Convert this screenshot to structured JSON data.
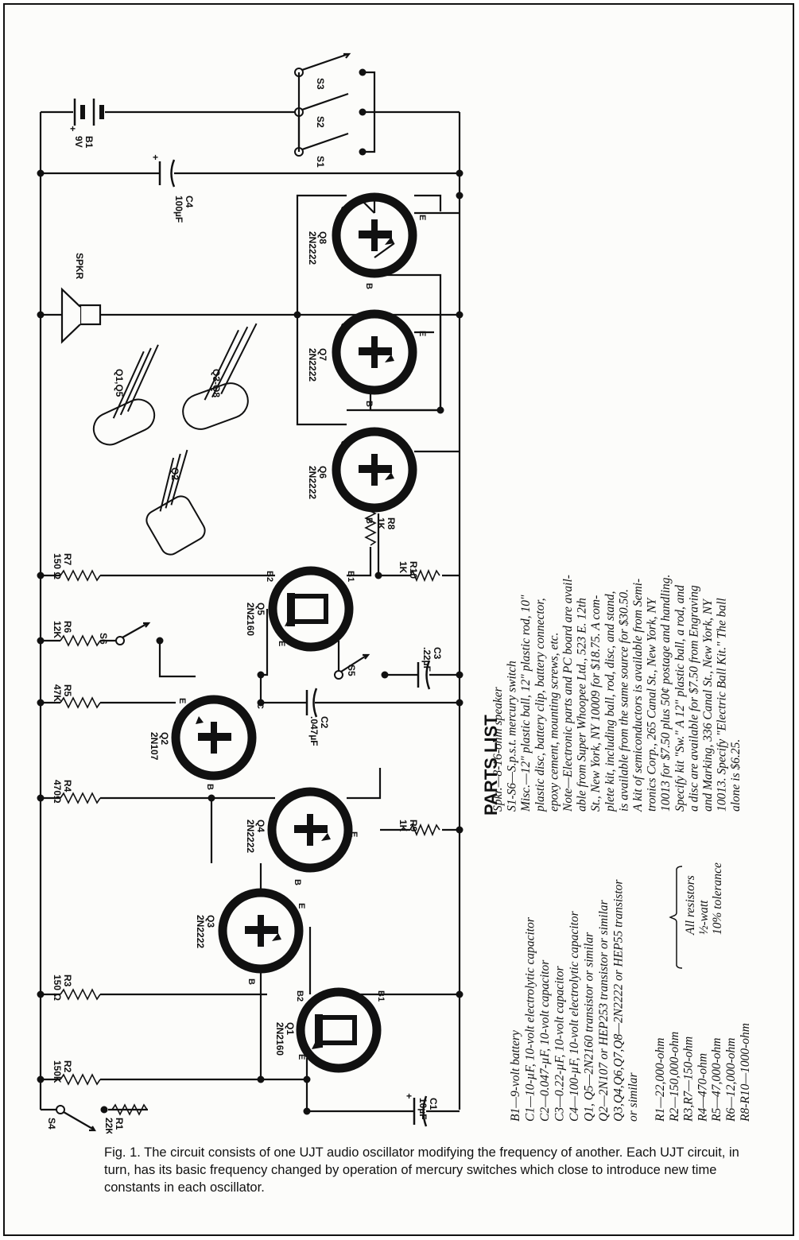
{
  "caption": "Fig. 1. The circuit consists of one UJT audio oscillator modifying the frequency of another. Each UJT circuit, in turn, has its basic frequency changed by operation of mercury switches which close to introduce new time constants in each oscillator.",
  "components": {
    "b1": [
      "B1",
      "9V"
    ],
    "c4": [
      "C4",
      "100µF"
    ],
    "c1": [
      "C1",
      "10µF"
    ],
    "c2": [
      "C2",
      ".047µF"
    ],
    "c3": [
      "C3",
      ".22µF"
    ],
    "spkr": "SPKR",
    "r1": [
      "R1",
      "22K"
    ],
    "r2": [
      "R2",
      "150K"
    ],
    "r3": [
      "R3",
      "150 Ω"
    ],
    "r4": [
      "R4",
      "470Ω"
    ],
    "r5": [
      "R5",
      "47K"
    ],
    "r6": [
      "R6",
      "12K"
    ],
    "r7": [
      "R7",
      "150 Ω"
    ],
    "r8": [
      "R8",
      "1K"
    ],
    "r9": [
      "R9",
      "1K"
    ],
    "r10": [
      "R10",
      "1K"
    ],
    "q1": [
      "Q1",
      "2N2160"
    ],
    "q2": [
      "Q2",
      "2N107"
    ],
    "q3": [
      "Q3",
      "2N2222"
    ],
    "q4": [
      "Q4",
      "2N2222"
    ],
    "q5": [
      "Q5",
      "2N2160"
    ],
    "q6": [
      "Q6",
      "2N2222"
    ],
    "q7": [
      "Q7",
      "2N2222"
    ],
    "q8": [
      "Q8",
      "2N2222"
    ],
    "switches": [
      "S1",
      "S2",
      "S3",
      "S4",
      "S5",
      "S6"
    ],
    "pkg_q1q5": "Q1,Q5",
    "pkg_q3q8": "Q3-Q8",
    "pkg_q2": "Q2"
  },
  "pins": {
    "e": "E",
    "b": "B",
    "c": "C",
    "b1": "B1",
    "b2": "B2"
  },
  "parts_list": {
    "title": "PARTS LIST",
    "items": [
      "B1—9-volt battery",
      "C1—10-µF, 10-volt electrolytic capacitor",
      "C2—0.047-µF, 10-volt capacitor",
      "C3—0.22-µF, 10-volt capacitor",
      "C4—100-µF, 10-volt electrolytic capacitor",
      "Q1, Q5—2N2160 transistor or similar",
      "Q2—2N107 or HEP253 transistor or similar",
      "Q3,Q4,Q6,Q7,Q8—2N2222 or HEP55 transistor",
      "or similar"
    ],
    "resistors": [
      "R1—22,000-ohm",
      "R2—150,000-ohm",
      "R3,R7—150-ohm",
      "R4—470-ohm",
      "R5—47,000-ohm",
      "R6—12,000-ohm",
      "R8-R10—1000-ohm"
    ],
    "resistor_note": [
      "All resistors",
      "½-watt",
      "10% tolerance"
    ],
    "misc": [
      "Spkr.—8-16-ohm speaker",
      "S1-S6—S.p.s.t. mercury switch",
      "Misc.—12\" plastic ball, 12\" plastic rod, 10\"",
      "plastic disc, battery clip, battery connector,",
      "epoxy cement, mounting screws, etc.",
      "Note—Electronic parts and PC board are avail-",
      "able from Super Whoopee Ltd., 523 E. 12th",
      "St., New York, NY 10009 for $18.75. A com-",
      "plete kit, including ball, rod, disc, and stand,",
      "is available from the same source for $30.50.",
      "A kit of semiconductors is available from Semi-",
      "tronics Corp., 265 Canal St., New York, NY",
      "10013 for $7.50 plus 50¢ postage and handling.",
      "Specify kit \"Sw.\" A 12\" plastic ball, a rod, and",
      "a disc are available for $7.50 from Engraving",
      "and Marking, 336 Canal St., New York, NY",
      "10013. Specify \"Electric Ball Kit.\" The ball",
      "alone is $6.25."
    ]
  }
}
